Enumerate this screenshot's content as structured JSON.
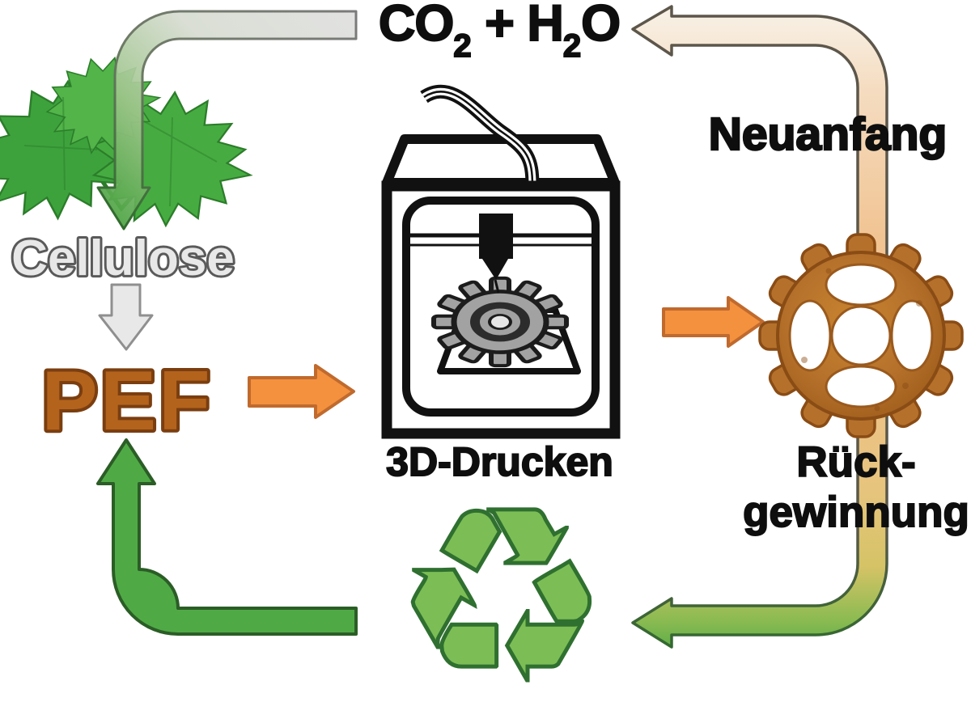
{
  "diagram_title": "PEF bioplastic 3D printing life cycle",
  "labels": {
    "co2_part1": "CO",
    "co2_sub1": "2",
    "co2_part2": " + H",
    "co2_sub2": "2",
    "co2_part3": "O",
    "cellulose": "Cellulose",
    "pef": "PEF",
    "printing": "3D-Drucken",
    "new_beginning": "Neuanfang",
    "recovery_line1": "Rück-",
    "recovery_line2": "gewinnung"
  },
  "icons": {
    "recycle_glyph": "♻",
    "leaves": "plant-leaves-icon",
    "printer": "3d-printer-icon",
    "printed_gear": "printed-gear-object-icon",
    "recycling": "recycling-symbol-icon"
  },
  "flow_arrows": [
    {
      "from": "CO2 + H2O",
      "to": "Cellulose",
      "style": "gray-to-green pipe curving down-left"
    },
    {
      "from": "Cellulose",
      "to": "PEF",
      "style": "light gray block arrow, down"
    },
    {
      "from": "PEF",
      "to": "3D-Drucken",
      "style": "orange block arrow, right"
    },
    {
      "from": "3D-Drucken",
      "to": "printed gear object",
      "style": "orange block arrow, right"
    },
    {
      "from": "printed gear object",
      "to": "CO2 + H2O",
      "style": "peach pipe up, Neuanfang branch"
    },
    {
      "from": "printed gear object",
      "to": "recycling symbol",
      "style": "peach-to-green pipe down, Rueckgewinnung branch"
    },
    {
      "from": "recycling symbol",
      "to": "PEF",
      "style": "green pipe, left then up"
    }
  ],
  "colors": {
    "orange_arrow": "#F3913E",
    "green_arrow": "#4FAA46",
    "peach_pipe": "#F1C493",
    "pef_brown": "#B4631C",
    "gear_brown": "#B5712B",
    "recycle_green": "#7CBE55",
    "cellulose_gray": "#E8E8E8",
    "text_black": "#0E0E0E"
  }
}
